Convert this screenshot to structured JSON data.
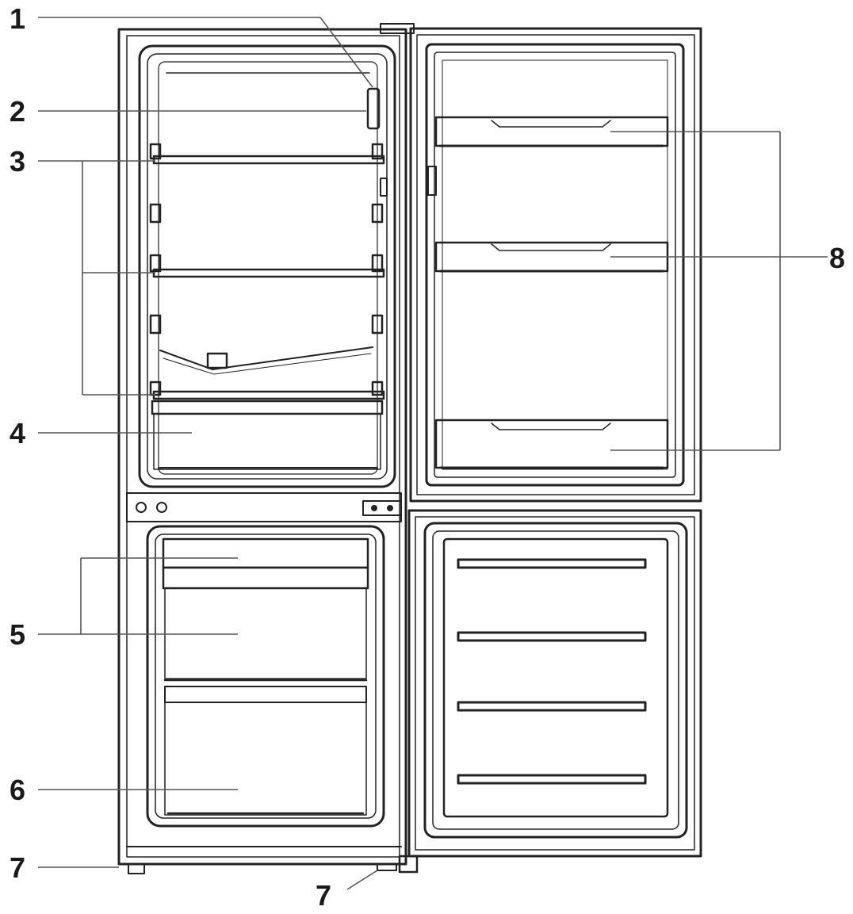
{
  "diagram": {
    "subject": "Two-door fridge-freezer, front view with doors open",
    "callouts": [
      {
        "id": "c1",
        "text": "1"
      },
      {
        "id": "c2",
        "text": "2"
      },
      {
        "id": "c3",
        "text": "3"
      },
      {
        "id": "c4",
        "text": "4"
      },
      {
        "id": "c5",
        "text": "5"
      },
      {
        "id": "c6",
        "text": "6"
      },
      {
        "id": "c7a",
        "text": "7"
      },
      {
        "id": "c7b",
        "text": "7"
      },
      {
        "id": "c8",
        "text": "8"
      }
    ]
  }
}
